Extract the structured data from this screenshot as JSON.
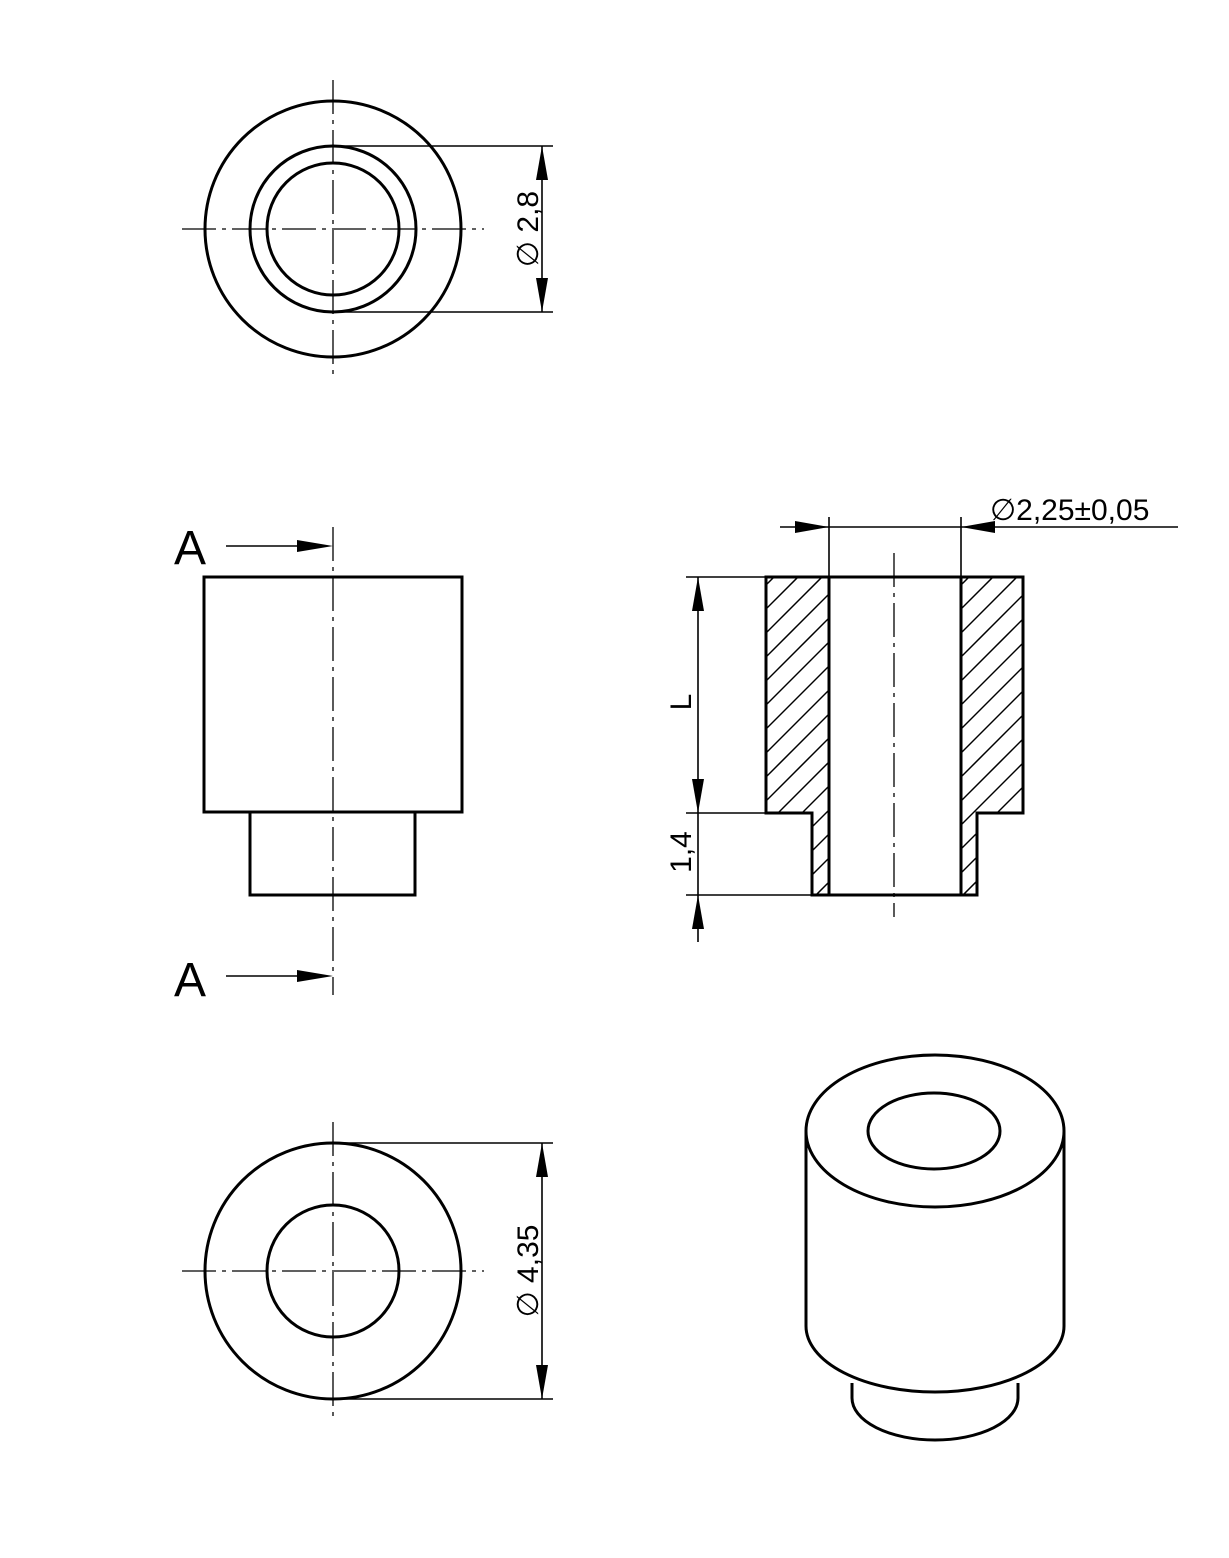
{
  "section_label": "A",
  "dimensions": {
    "top_view_diameter": "∅ 2,8",
    "bottom_view_diameter": "∅ 4,35",
    "bore_diameter": "∅2,25±0,05",
    "body_length": "L",
    "collar_length": "1,4"
  },
  "views": [
    "top-view",
    "front-view",
    "section-a-a",
    "bottom-view",
    "isometric-view"
  ],
  "colors": {
    "line": "#000000",
    "background": "#ffffff"
  }
}
